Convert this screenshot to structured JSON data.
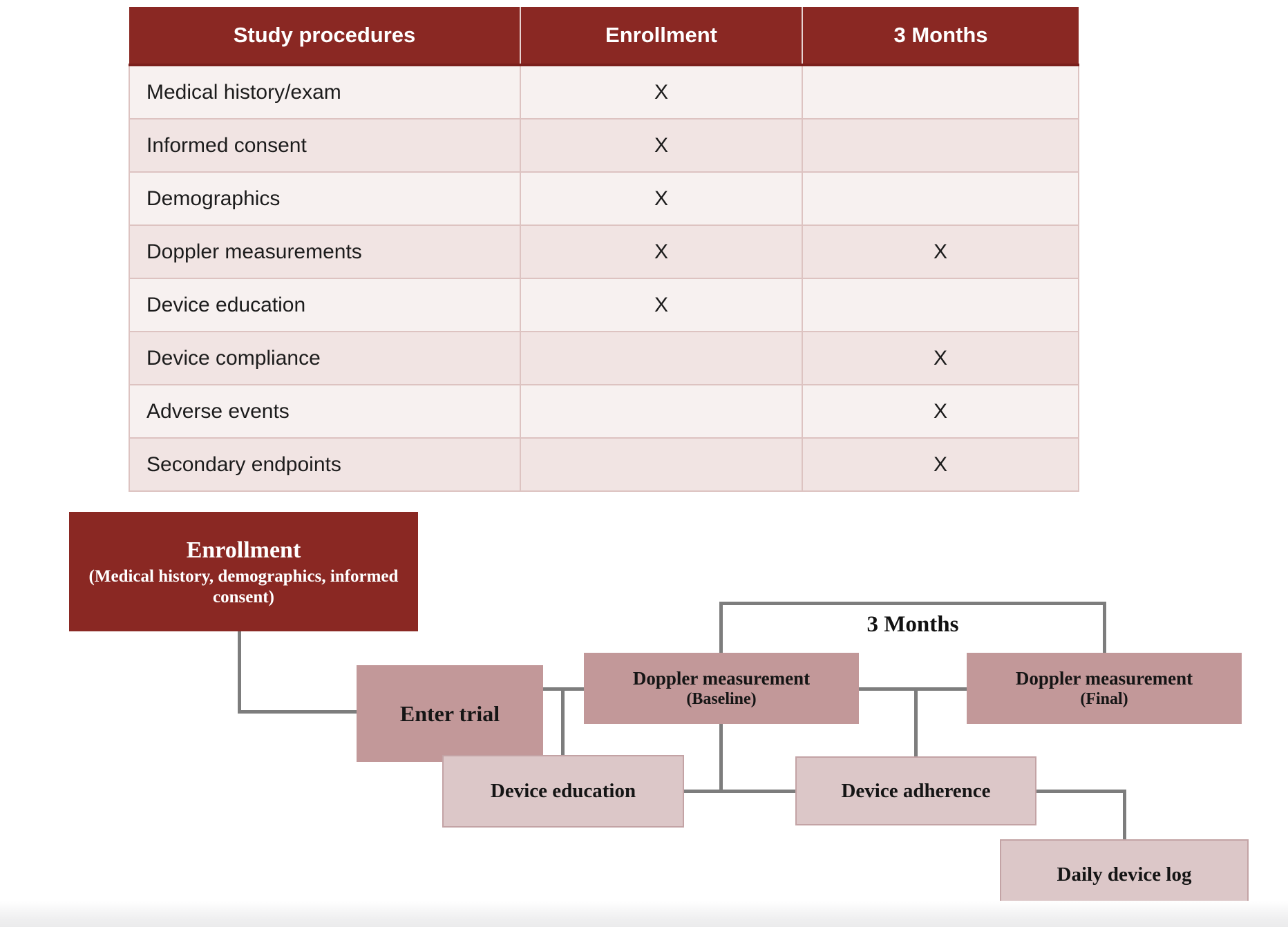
{
  "colors": {
    "dark_red": "#8a2823",
    "mauve": "#c29899",
    "light_pink": "#dcc7c8",
    "connector_gray": "#7d7d7d",
    "row_light": "#f7f1f0",
    "row_shaded": "#f1e4e3"
  },
  "table": {
    "headers": [
      "Study procedures",
      "Enrollment",
      "3 Months"
    ],
    "rows": [
      {
        "label": "Medical history/exam",
        "enrollment": "X",
        "three_months": ""
      },
      {
        "label": "Informed consent",
        "enrollment": "X",
        "three_months": ""
      },
      {
        "label": "Demographics",
        "enrollment": "X",
        "three_months": ""
      },
      {
        "label": "Doppler measurements",
        "enrollment": "X",
        "three_months": "X"
      },
      {
        "label": "Device education",
        "enrollment": "X",
        "three_months": ""
      },
      {
        "label": "Device compliance",
        "enrollment": "",
        "three_months": "X"
      },
      {
        "label": "Adverse events",
        "enrollment": "",
        "three_months": "X"
      },
      {
        "label": "Secondary endpoints",
        "enrollment": "",
        "three_months": "X"
      }
    ]
  },
  "flowchart": {
    "enrollment_title": "Enrollment",
    "enrollment_subtitle": "(Medical history, demographics, informed consent)",
    "enter_trial": "Enter trial",
    "doppler_baseline_line1": "Doppler measurement",
    "doppler_baseline_line2": "(Baseline)",
    "doppler_final_line1": "Doppler measurement",
    "doppler_final_line2": "(Final)",
    "device_education": "Device education",
    "device_adherence": "Device adherence",
    "daily_device_log": "Daily device log",
    "timeline_label": "3 Months"
  }
}
